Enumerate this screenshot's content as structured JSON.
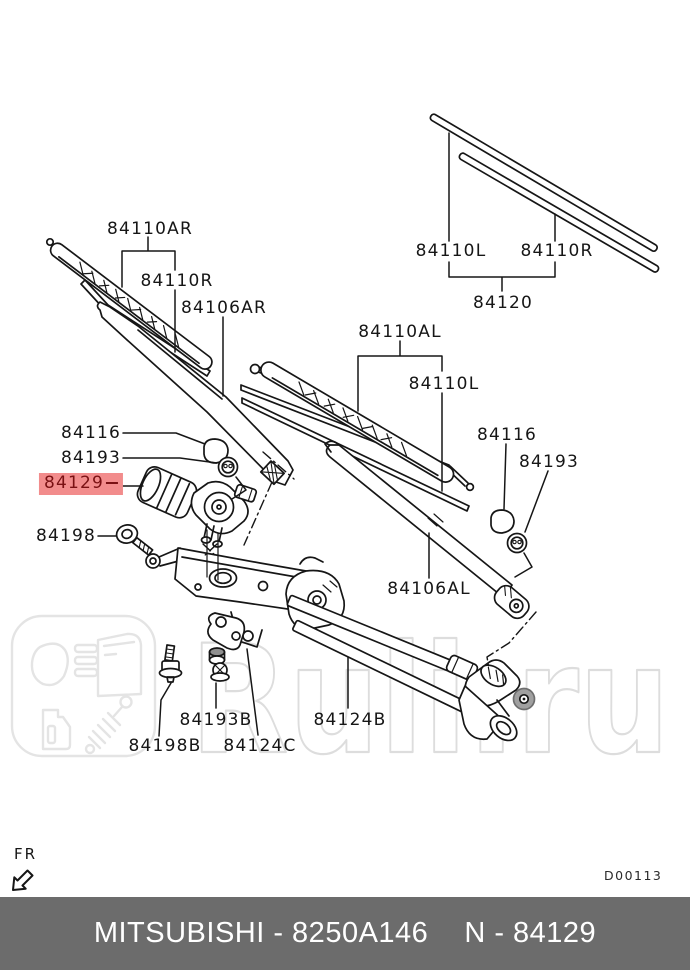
{
  "watermark": {
    "text": "Ruli.ru",
    "color": "#DDDDDD",
    "logo_icons": [
      "headlight-icon",
      "car-door-icon",
      "oil-bottle-icon",
      "shock-absorber-icon"
    ]
  },
  "diagram": {
    "type": "parts-diagram",
    "subject": "windshield wiper and motor linkage",
    "drawing_code": "D00113",
    "front_marker": "FR",
    "highlighted_part": "84129",
    "highlight_bg": "#F28C8C",
    "highlight_fg": "#7A1113",
    "labels": [
      {
        "text": "84110AR"
      },
      {
        "text": "84110R"
      },
      {
        "text": "84106AR"
      },
      {
        "text": "84116"
      },
      {
        "text": "84193"
      },
      {
        "text": "84129",
        "highlighted": true
      },
      {
        "text": "84198"
      },
      {
        "text": "84110L"
      },
      {
        "text": "84110R"
      },
      {
        "text": "84120"
      },
      {
        "text": "84110AL"
      },
      {
        "text": "84110L"
      },
      {
        "text": "84116"
      },
      {
        "text": "84193"
      },
      {
        "text": "84106AL"
      },
      {
        "text": "84193B"
      },
      {
        "text": "84124B"
      },
      {
        "text": "84198B"
      },
      {
        "text": "84124C"
      }
    ]
  },
  "footer": {
    "left_text": "MITSUBISHI - 8250A146",
    "right_text": "N - 84129",
    "bg_color": "#6C6C6C",
    "text_color": "#FFFFFF"
  }
}
